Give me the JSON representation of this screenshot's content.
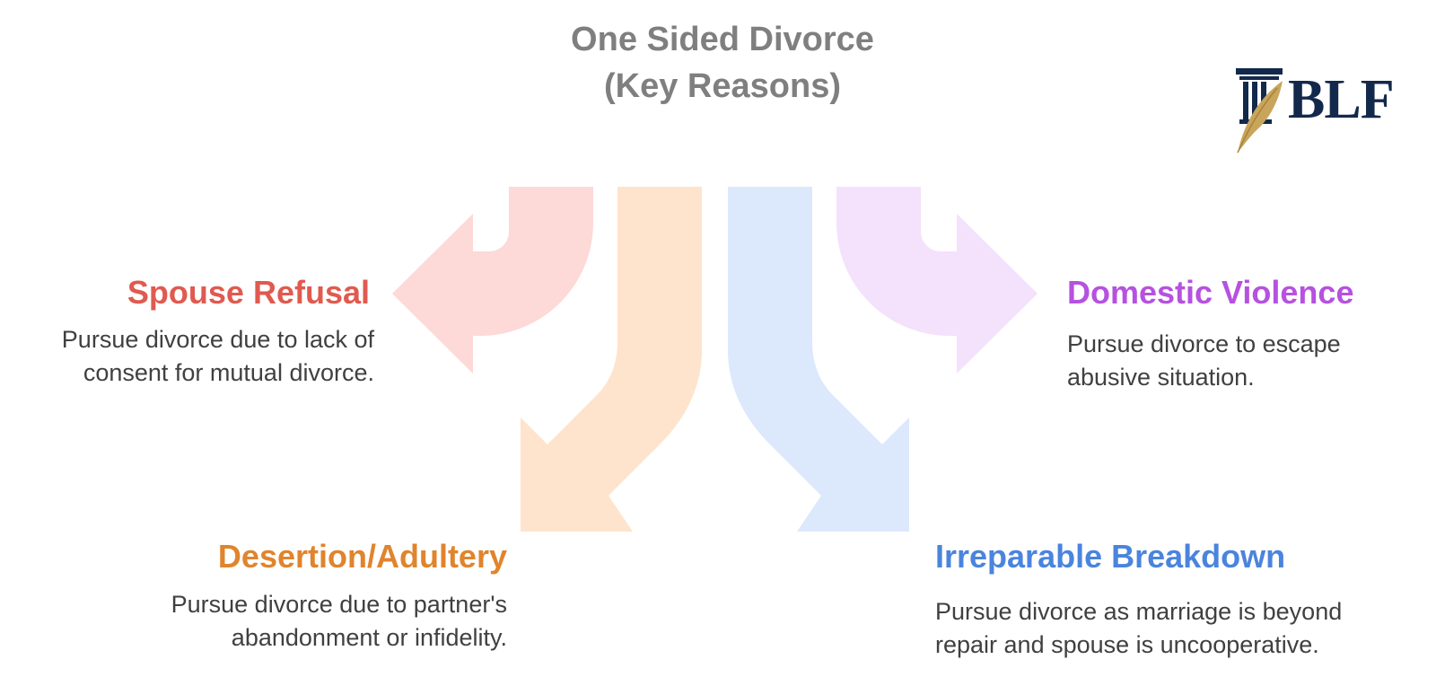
{
  "title": {
    "line1": "One Sided Divorce",
    "line2": "(Key Reasons)"
  },
  "logo": {
    "text": "BLF",
    "icon": "pillar-feather-icon"
  },
  "reasons": {
    "spouse_refusal": {
      "heading": "Spouse Refusal",
      "line1": "Pursue divorce due to lack of",
      "line2": "consent for mutual divorce.",
      "color": "#e05a4f",
      "arrow_color": "#fdd9d7"
    },
    "desertion_adultery": {
      "heading": "Desertion/Adultery",
      "line1": "Pursue divorce due to partner's",
      "line2": "abandonment or infidelity.",
      "color": "#e0842d",
      "arrow_color": "#fee4cc"
    },
    "domestic_violence": {
      "heading": "Domestic Violence",
      "line1": "Pursue divorce to escape",
      "line2": "abusive situation.",
      "color": "#b651e0",
      "arrow_color": "#f4e1fc"
    },
    "irreparable_breakdown": {
      "heading": "Irreparable Breakdown",
      "line1": "Pursue divorce as marriage is beyond",
      "line2": "repair and spouse is uncooperative.",
      "color": "#4a84de",
      "arrow_color": "#dce8fc"
    }
  }
}
